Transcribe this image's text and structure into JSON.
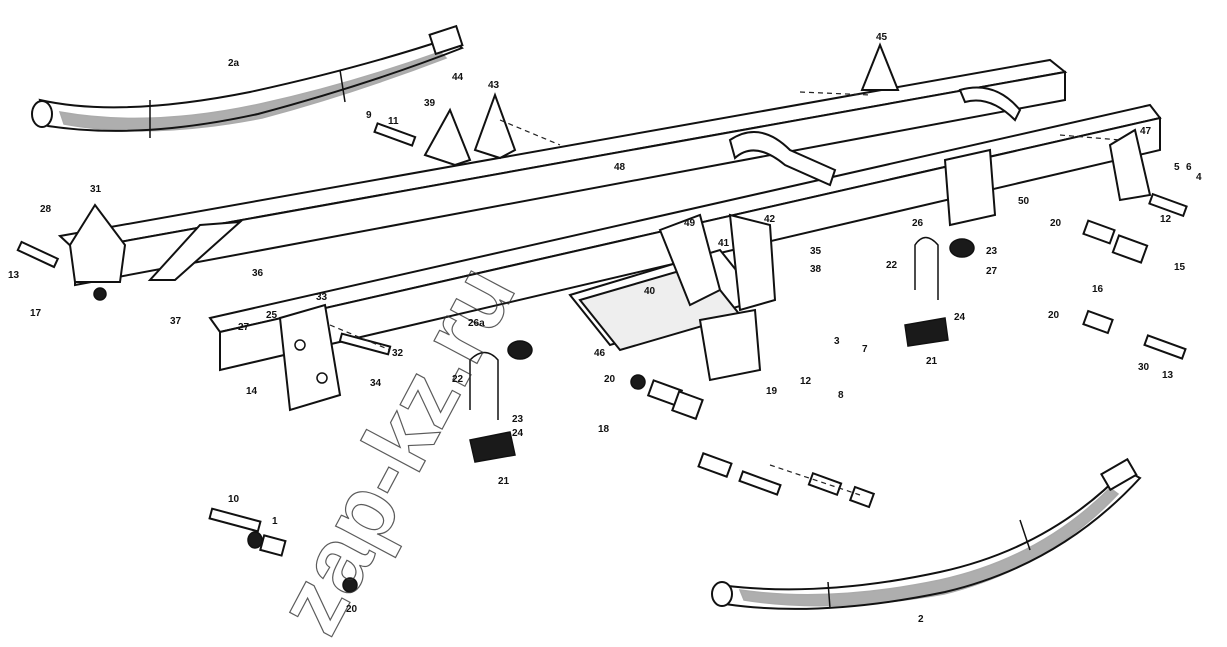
{
  "watermark": "zap-kz.ru",
  "callouts": [
    {
      "id": "c-2a",
      "text": "2a"
    },
    {
      "id": "c-2",
      "text": "2"
    },
    {
      "id": "c-44",
      "text": "44"
    },
    {
      "id": "c-43",
      "text": "43"
    },
    {
      "id": "c-39",
      "text": "39"
    },
    {
      "id": "c-9a",
      "text": "9"
    },
    {
      "id": "c-11a",
      "text": "11"
    },
    {
      "id": "c-31a",
      "text": "31"
    },
    {
      "id": "c-28a",
      "text": "28"
    },
    {
      "id": "c-13a",
      "text": "13"
    },
    {
      "id": "c-17",
      "text": "17"
    },
    {
      "id": "c-37",
      "text": "37"
    },
    {
      "id": "c-36",
      "text": "36"
    },
    {
      "id": "c-33",
      "text": "33"
    },
    {
      "id": "c-34",
      "text": "34"
    },
    {
      "id": "c-32",
      "text": "32"
    },
    {
      "id": "c-25",
      "text": "25"
    },
    {
      "id": "c-27a",
      "text": "27"
    },
    {
      "id": "c-14",
      "text": "14"
    },
    {
      "id": "c-22a",
      "text": "22"
    },
    {
      "id": "c-23a",
      "text": "23"
    },
    {
      "id": "c-24a",
      "text": "24"
    },
    {
      "id": "c-21a",
      "text": "21"
    },
    {
      "id": "c-26a",
      "text": "26a"
    },
    {
      "id": "c-40",
      "text": "40"
    },
    {
      "id": "c-41",
      "text": "41"
    },
    {
      "id": "c-42",
      "text": "42"
    },
    {
      "id": "c-35",
      "text": "35"
    },
    {
      "id": "c-38",
      "text": "38"
    },
    {
      "id": "c-45",
      "text": "45"
    },
    {
      "id": "c-48",
      "text": "48"
    },
    {
      "id": "c-46",
      "text": "46"
    },
    {
      "id": "c-22b",
      "text": "22"
    },
    {
      "id": "c-23b",
      "text": "23"
    },
    {
      "id": "c-27b",
      "text": "27"
    },
    {
      "id": "c-24b",
      "text": "24"
    },
    {
      "id": "c-21b",
      "text": "21"
    },
    {
      "id": "c-26b",
      "text": "26"
    },
    {
      "id": "c-20a",
      "text": "20"
    },
    {
      "id": "c-20b",
      "text": "20"
    },
    {
      "id": "c-20c",
      "text": "20"
    },
    {
      "id": "c-20d",
      "text": "20"
    },
    {
      "id": "c-30",
      "text": "30"
    },
    {
      "id": "c-13b",
      "text": "13"
    },
    {
      "id": "c-12a",
      "text": "12"
    },
    {
      "id": "c-12b",
      "text": "12"
    },
    {
      "id": "c-16",
      "text": "16"
    },
    {
      "id": "c-15",
      "text": "15"
    },
    {
      "id": "c-10",
      "text": "10"
    },
    {
      "id": "c-8",
      "text": "8"
    },
    {
      "id": "c-7",
      "text": "7"
    },
    {
      "id": "c-6",
      "text": "6"
    },
    {
      "id": "c-5",
      "text": "5"
    },
    {
      "id": "c-4",
      "text": "4"
    },
    {
      "id": "c-3",
      "text": "3"
    },
    {
      "id": "c-1",
      "text": "1"
    },
    {
      "id": "c-19",
      "text": "19"
    },
    {
      "id": "c-18",
      "text": "18"
    },
    {
      "id": "c-47",
      "text": "47"
    },
    {
      "id": "c-49",
      "text": "49"
    },
    {
      "id": "c-50",
      "text": "50"
    }
  ]
}
